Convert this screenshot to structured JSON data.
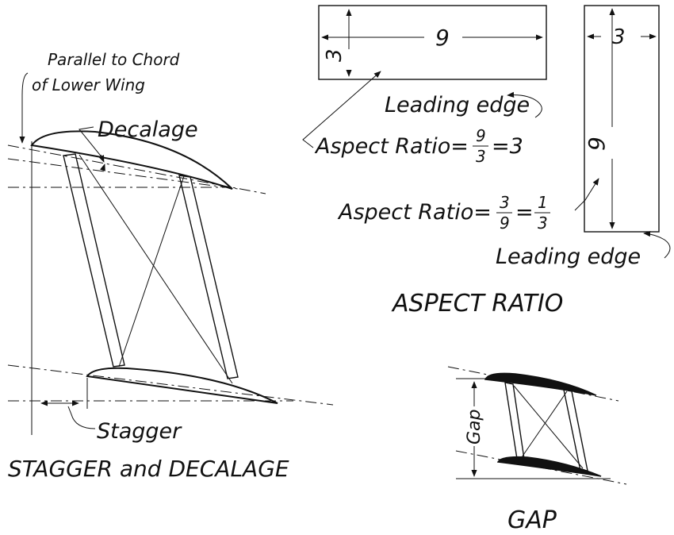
{
  "stagger": {
    "note_line1": "Parallel to Chord",
    "note_line2": "of Lower Wing",
    "decalage_label": "Decalage",
    "stagger_label": "Stagger",
    "title": "STAGGER and DECALAGE"
  },
  "aspect": {
    "wide_width": "9",
    "wide_height": "3",
    "wide_leading_edge": "Leading edge",
    "wide_ratio_prefix": "Aspect Ratio=",
    "wide_num": "9",
    "wide_den": "3",
    "wide_result": "=3",
    "tall_width": "3",
    "tall_height": "9",
    "tall_ratio_prefix": "Aspect Ratio=",
    "tall_num": "3",
    "tall_den": "9",
    "tall_eq": "=",
    "tall_num2": "1",
    "tall_den2": "3",
    "tall_leading_edge": "Leading edge",
    "title": "ASPECT RATIO"
  },
  "gap": {
    "gap_label": "Gap",
    "title": "GAP"
  }
}
